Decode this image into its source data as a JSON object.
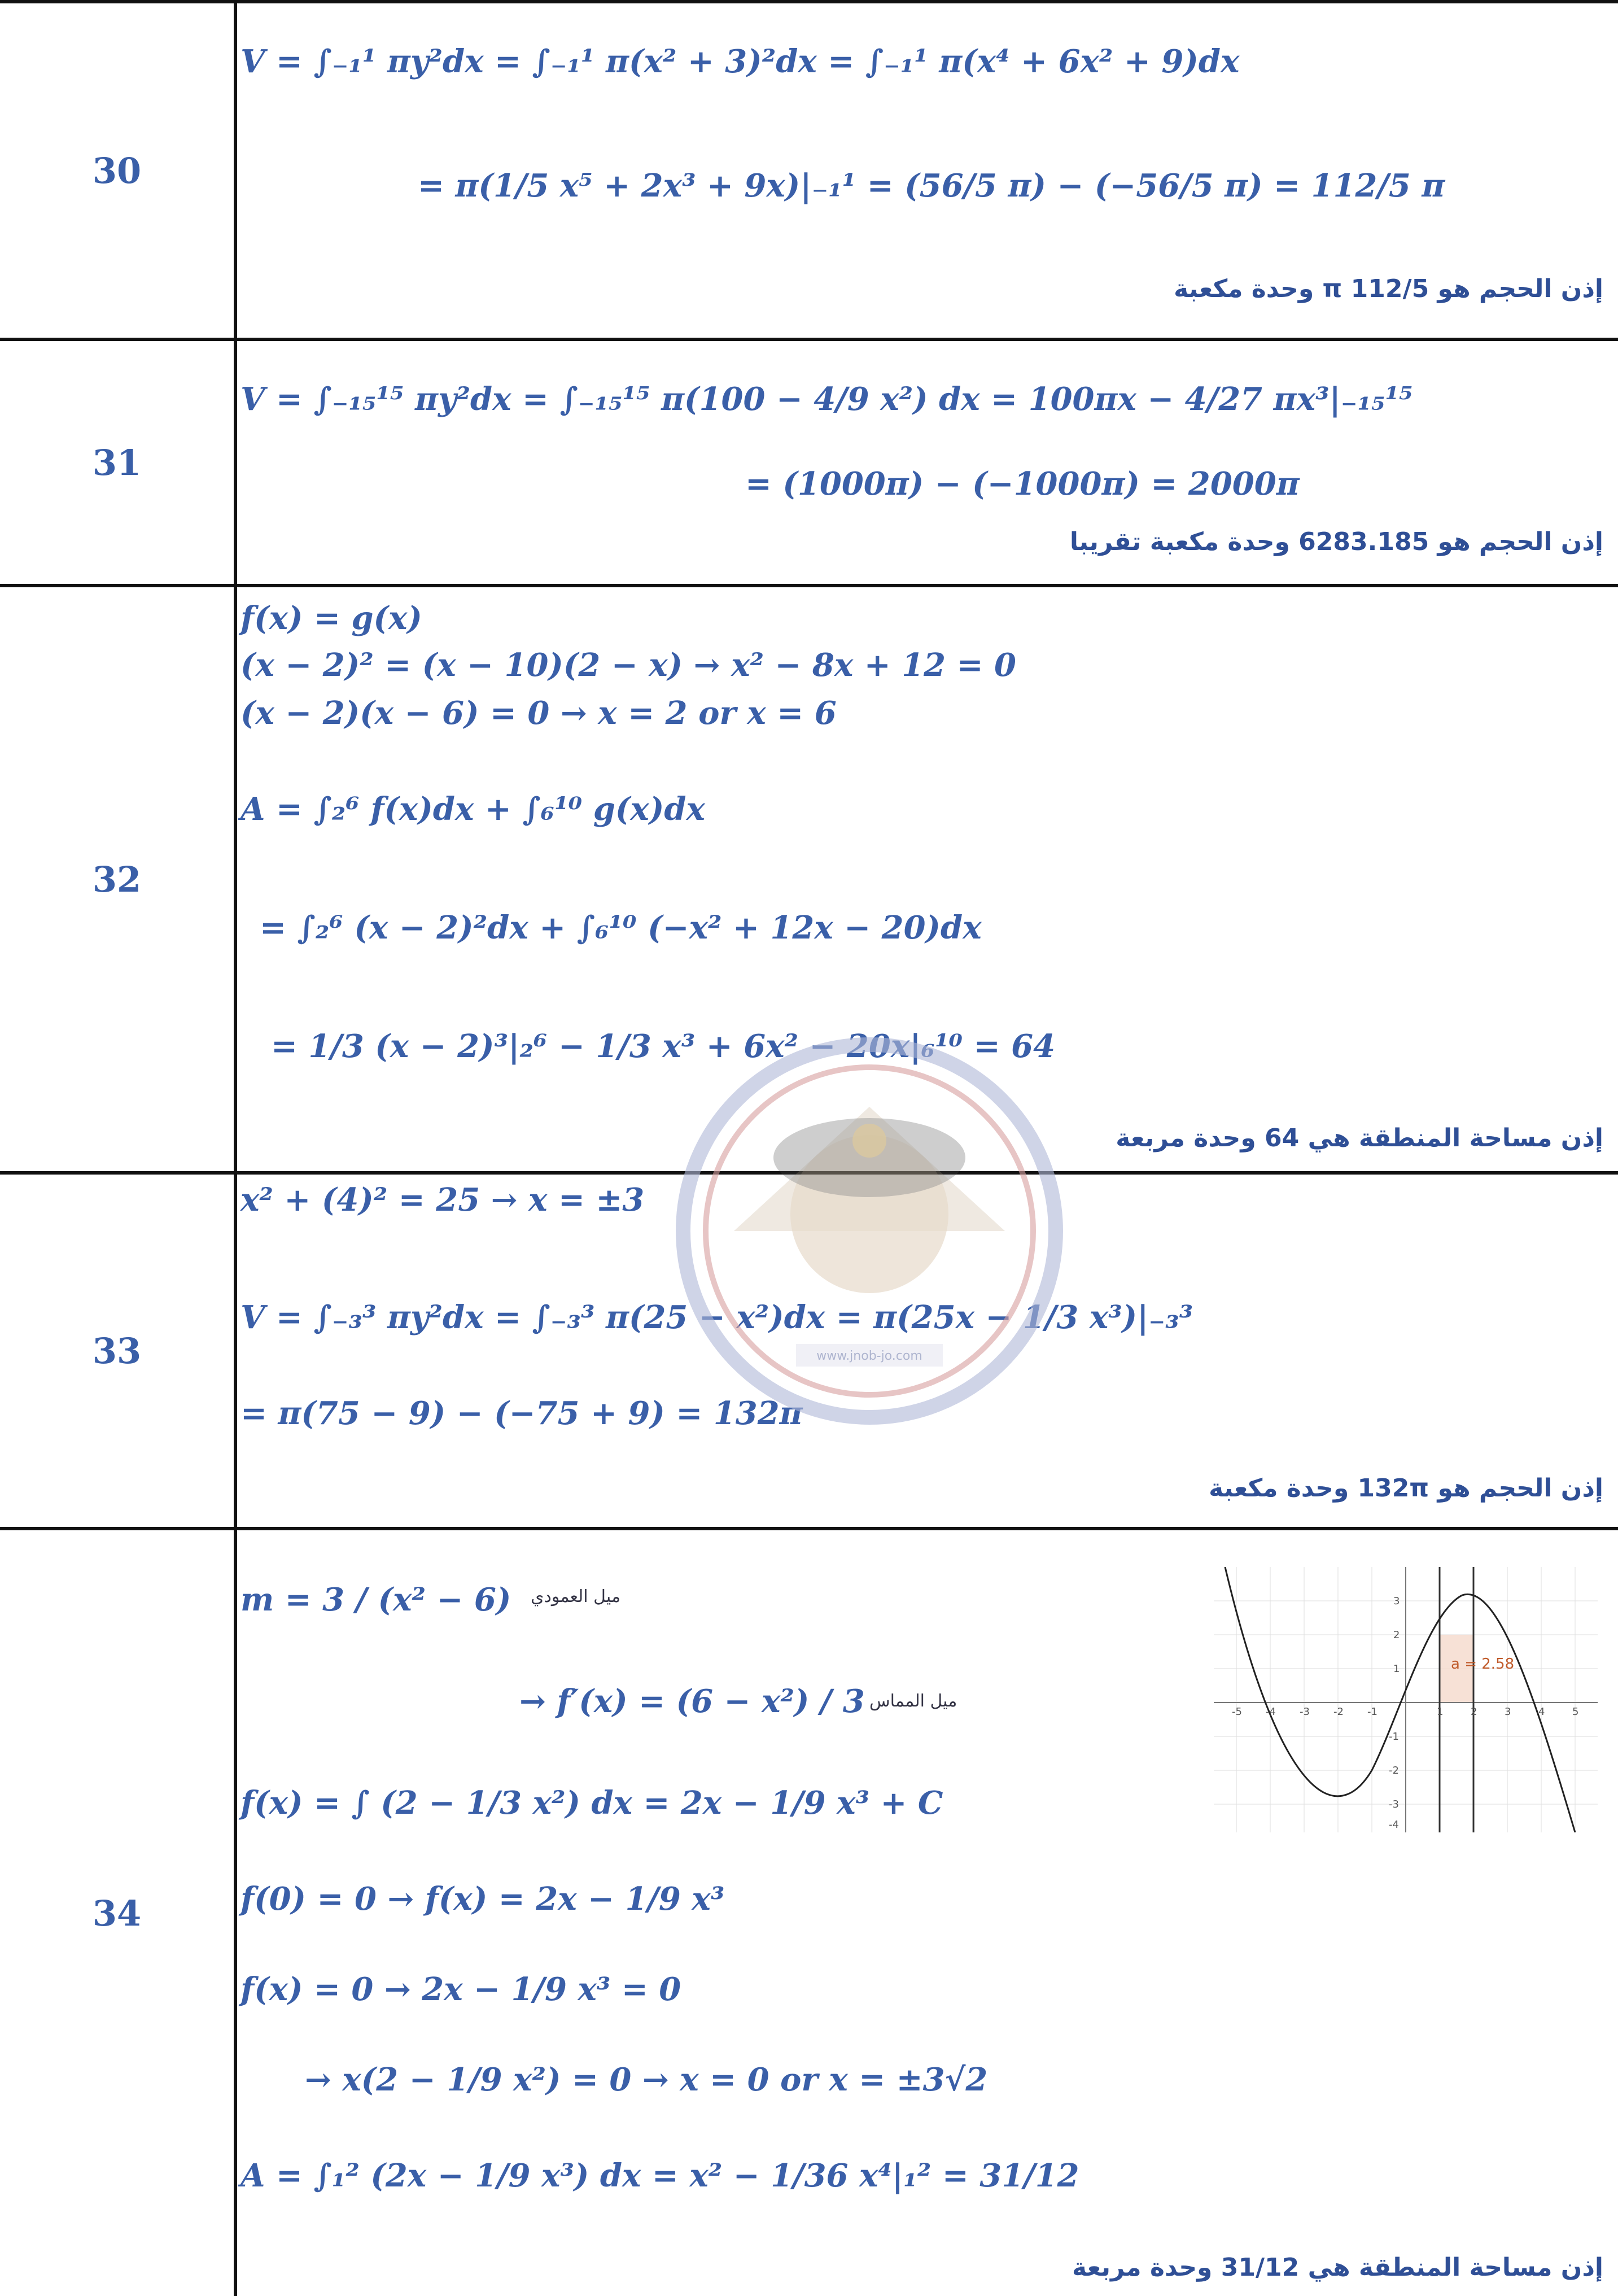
{
  "rows": [
    {
      "number": "30",
      "lines": [
        "V = ∫₋₁¹ πy²dx = ∫₋₁¹ π(x² + 3)²dx = ∫₋₁¹ π(x⁴ + 6x² + 9)dx",
        "= π(1/5 x⁵ + 2x³ + 9x)|₋₁¹ = (56/5 π) − (−56/5 π) = 112/5 π"
      ],
      "conclusion": "إذن الحجم هو 112/5 π وحدة مكعبة"
    },
    {
      "number": "31",
      "lines": [
        "V = ∫₋₁₅¹⁵ πy²dx = ∫₋₁₅¹⁵ π(100 − 4/9 x²) dx = 100πx − 4/27 πx³|₋₁₅¹⁵",
        "= (1000π) − (−1000π) = 2000π"
      ],
      "conclusion": "إذن الحجم هو 6283.185 وحدة مكعبة تقريبا"
    },
    {
      "number": "32",
      "lines": [
        "f(x) = g(x)",
        "(x − 2)² = (x − 10)(2 − x)   →   x² − 8x + 12 = 0",
        "(x − 2)(x − 6) = 0   →   x = 2  or  x = 6",
        "A = ∫₂⁶ f(x)dx + ∫₆¹⁰ g(x)dx",
        "= ∫₂⁶ (x − 2)²dx + ∫₆¹⁰ (−x² + 12x − 20)dx",
        "= 1/3 (x − 2)³|₂⁶ − 1/3 x³ + 6x² − 20x|₆¹⁰ = 64"
      ],
      "conclusion": "إذن مساحة المنطقة هي 64 وحدة مربعة"
    },
    {
      "number": "33",
      "lines": [
        "x² + (4)² = 25   →   x = ±3",
        "V = ∫₋₃³ πy²dx = ∫₋₃³ π(25 − x²)dx = π(25x − 1/3 x³)|₋₃³",
        "= π(75 − 9) − (−75 + 9) = 132π"
      ],
      "conclusion": "إذن الحجم هو 132π وحدة مكعبة"
    },
    {
      "number": "34",
      "lines": [
        "m = 3 / (x² − 6)",
        "→ f′(x) = (6 − x²) / 3",
        "f(x) = ∫ (2 − 1/3 x²) dx = 2x − 1/9 x³ + C",
        "f(0) = 0   →   f(x) = 2x − 1/9 x³",
        "f(x) = 0   →   2x − 1/9 x³ = 0",
        "→   x(2 − 1/9 x²) = 0  →  x = 0  or  x = ±3√2",
        "A = ∫₁² (2x − 1/9 x³) dx = x² − 1/36 x⁴|₁² = 31/12"
      ],
      "notes": [
        "ميل العمودي",
        "ميل المماس"
      ],
      "conclusion": "إذن مساحة المنطقة هي 31/12 وحدة مربعة",
      "graph": {
        "area_label": "a = 2.58",
        "x_ticks": [
          "-5",
          "-4",
          "-3",
          "-2",
          "-1",
          "1",
          "2",
          "3",
          "4",
          "5"
        ],
        "y_ticks": [
          "3",
          "2",
          "1",
          "-1",
          "-2",
          "-3",
          "-4"
        ]
      }
    }
  ],
  "watermark": {
    "url_text": "www.jnob-jo.com"
  },
  "colors": {
    "math": "#3a5fa8",
    "conclusion": "#2f4f96",
    "border": "#111111"
  }
}
